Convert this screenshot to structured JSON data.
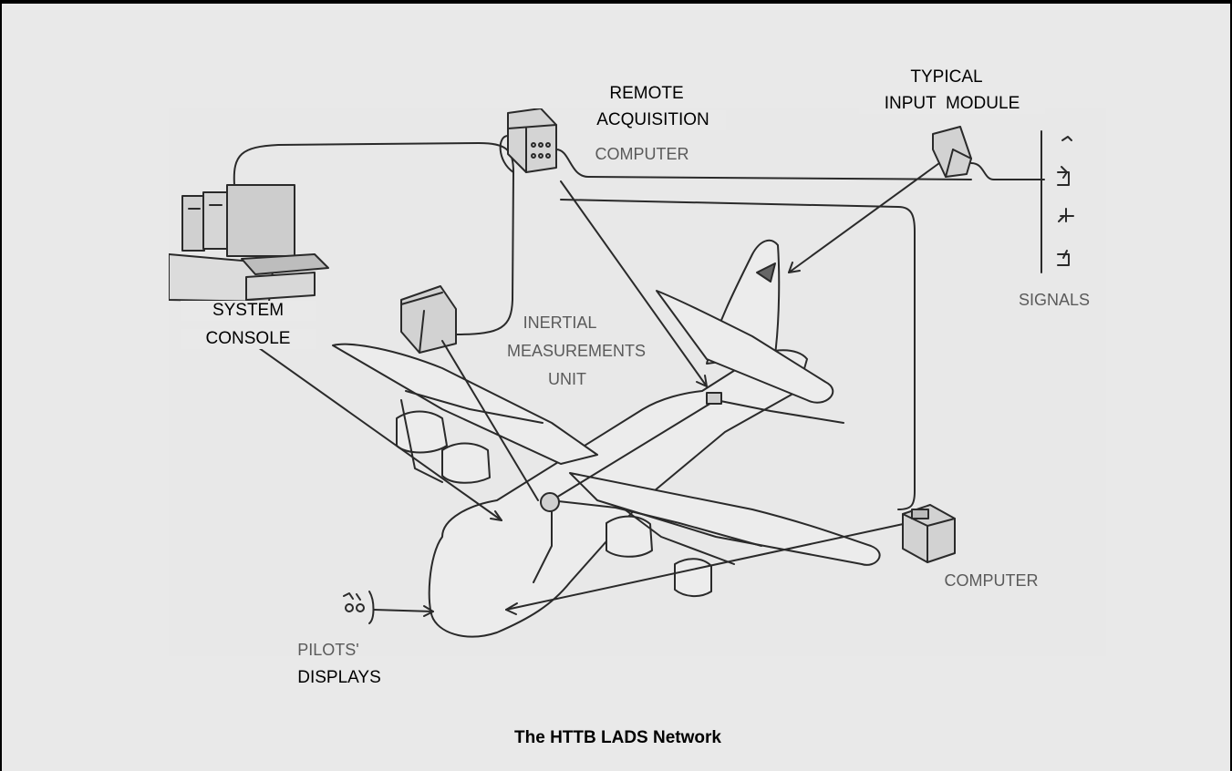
{
  "diagram": {
    "caption": "The HTTB LADS Network",
    "labels": {
      "system_console_1": "SYSTEM",
      "system_console_2": "CONSOLE",
      "remote_acq_1": "REMOTE",
      "remote_acq_2": "ACQUISITION",
      "remote_acq_3": "COMPUTER",
      "typical_input_1": "TYPICAL",
      "typical_input_2": "INPUT  MODULE",
      "signals": "SIGNALS",
      "imu_1": "INERTIAL",
      "imu_2": "MEASUREMENTS",
      "imu_3": "UNIT",
      "computer": "COMPUTER",
      "pilots_1": "PILOTS'",
      "pilots_2": "DISPLAYS"
    }
  },
  "colors": {
    "frame": "#000000",
    "background": "#e9e9e9",
    "line": "#2a2a2a",
    "label_gray": "#5a5a5a"
  }
}
